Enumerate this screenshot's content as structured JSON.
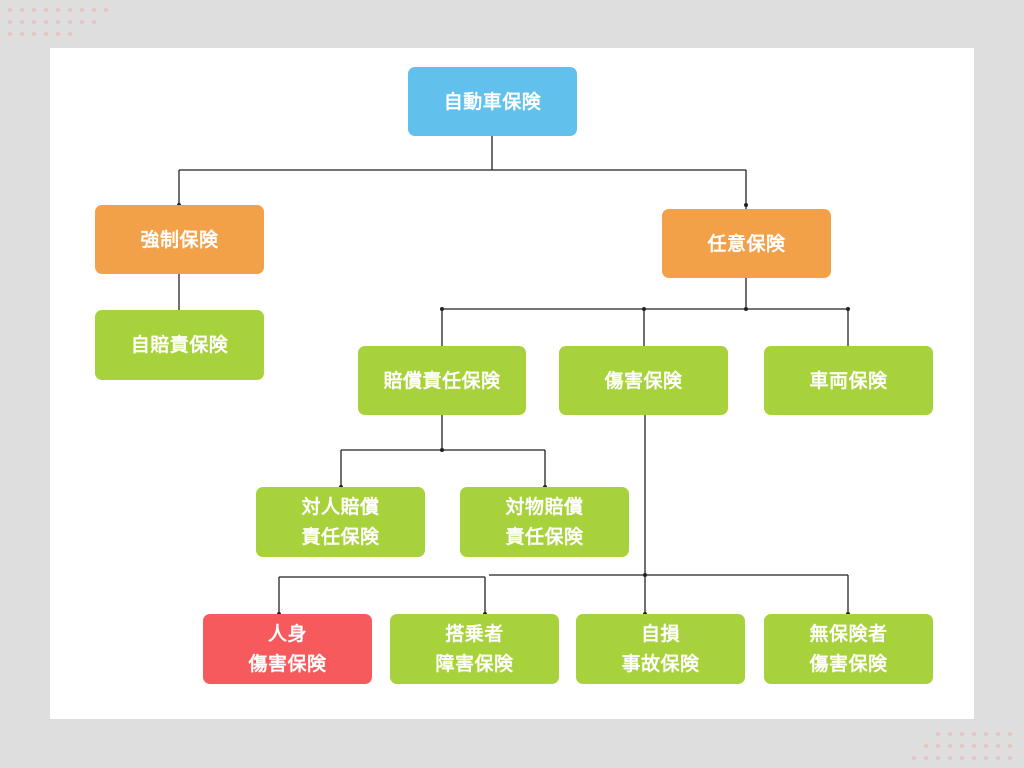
{
  "colors": {
    "page_bg": "#dedede",
    "card_bg": "#ffffff",
    "blue": "#62c1ec",
    "orange": "#f3a149",
    "green": "#a8d23b",
    "red": "#f75a5c",
    "connector": "#222222",
    "dots": "#e8b8b8"
  },
  "diagram": {
    "root": {
      "label": "自動車保険"
    },
    "compulsory": {
      "label": "強制保険"
    },
    "jibaiseki": {
      "label": "自賠責保険"
    },
    "voluntary": {
      "label": "任意保険"
    },
    "liability": {
      "label": "賠償責任保険"
    },
    "injury": {
      "label": "傷害保険"
    },
    "vehicle": {
      "label": "車両保険"
    },
    "bodily_liability": {
      "line1": "対人賠償",
      "line2": "責任保険"
    },
    "property_liability": {
      "line1": "対物賠償",
      "line2": "責任保険"
    },
    "personal_injury": {
      "line1": "人身",
      "line2": "傷害保険"
    },
    "passenger": {
      "line1": "搭乗者",
      "line2": "障害保険"
    },
    "self_accident": {
      "line1": "自損",
      "line2": "事故保険"
    },
    "uninsured": {
      "line1": "無保険者",
      "line2": "傷害保険"
    }
  }
}
